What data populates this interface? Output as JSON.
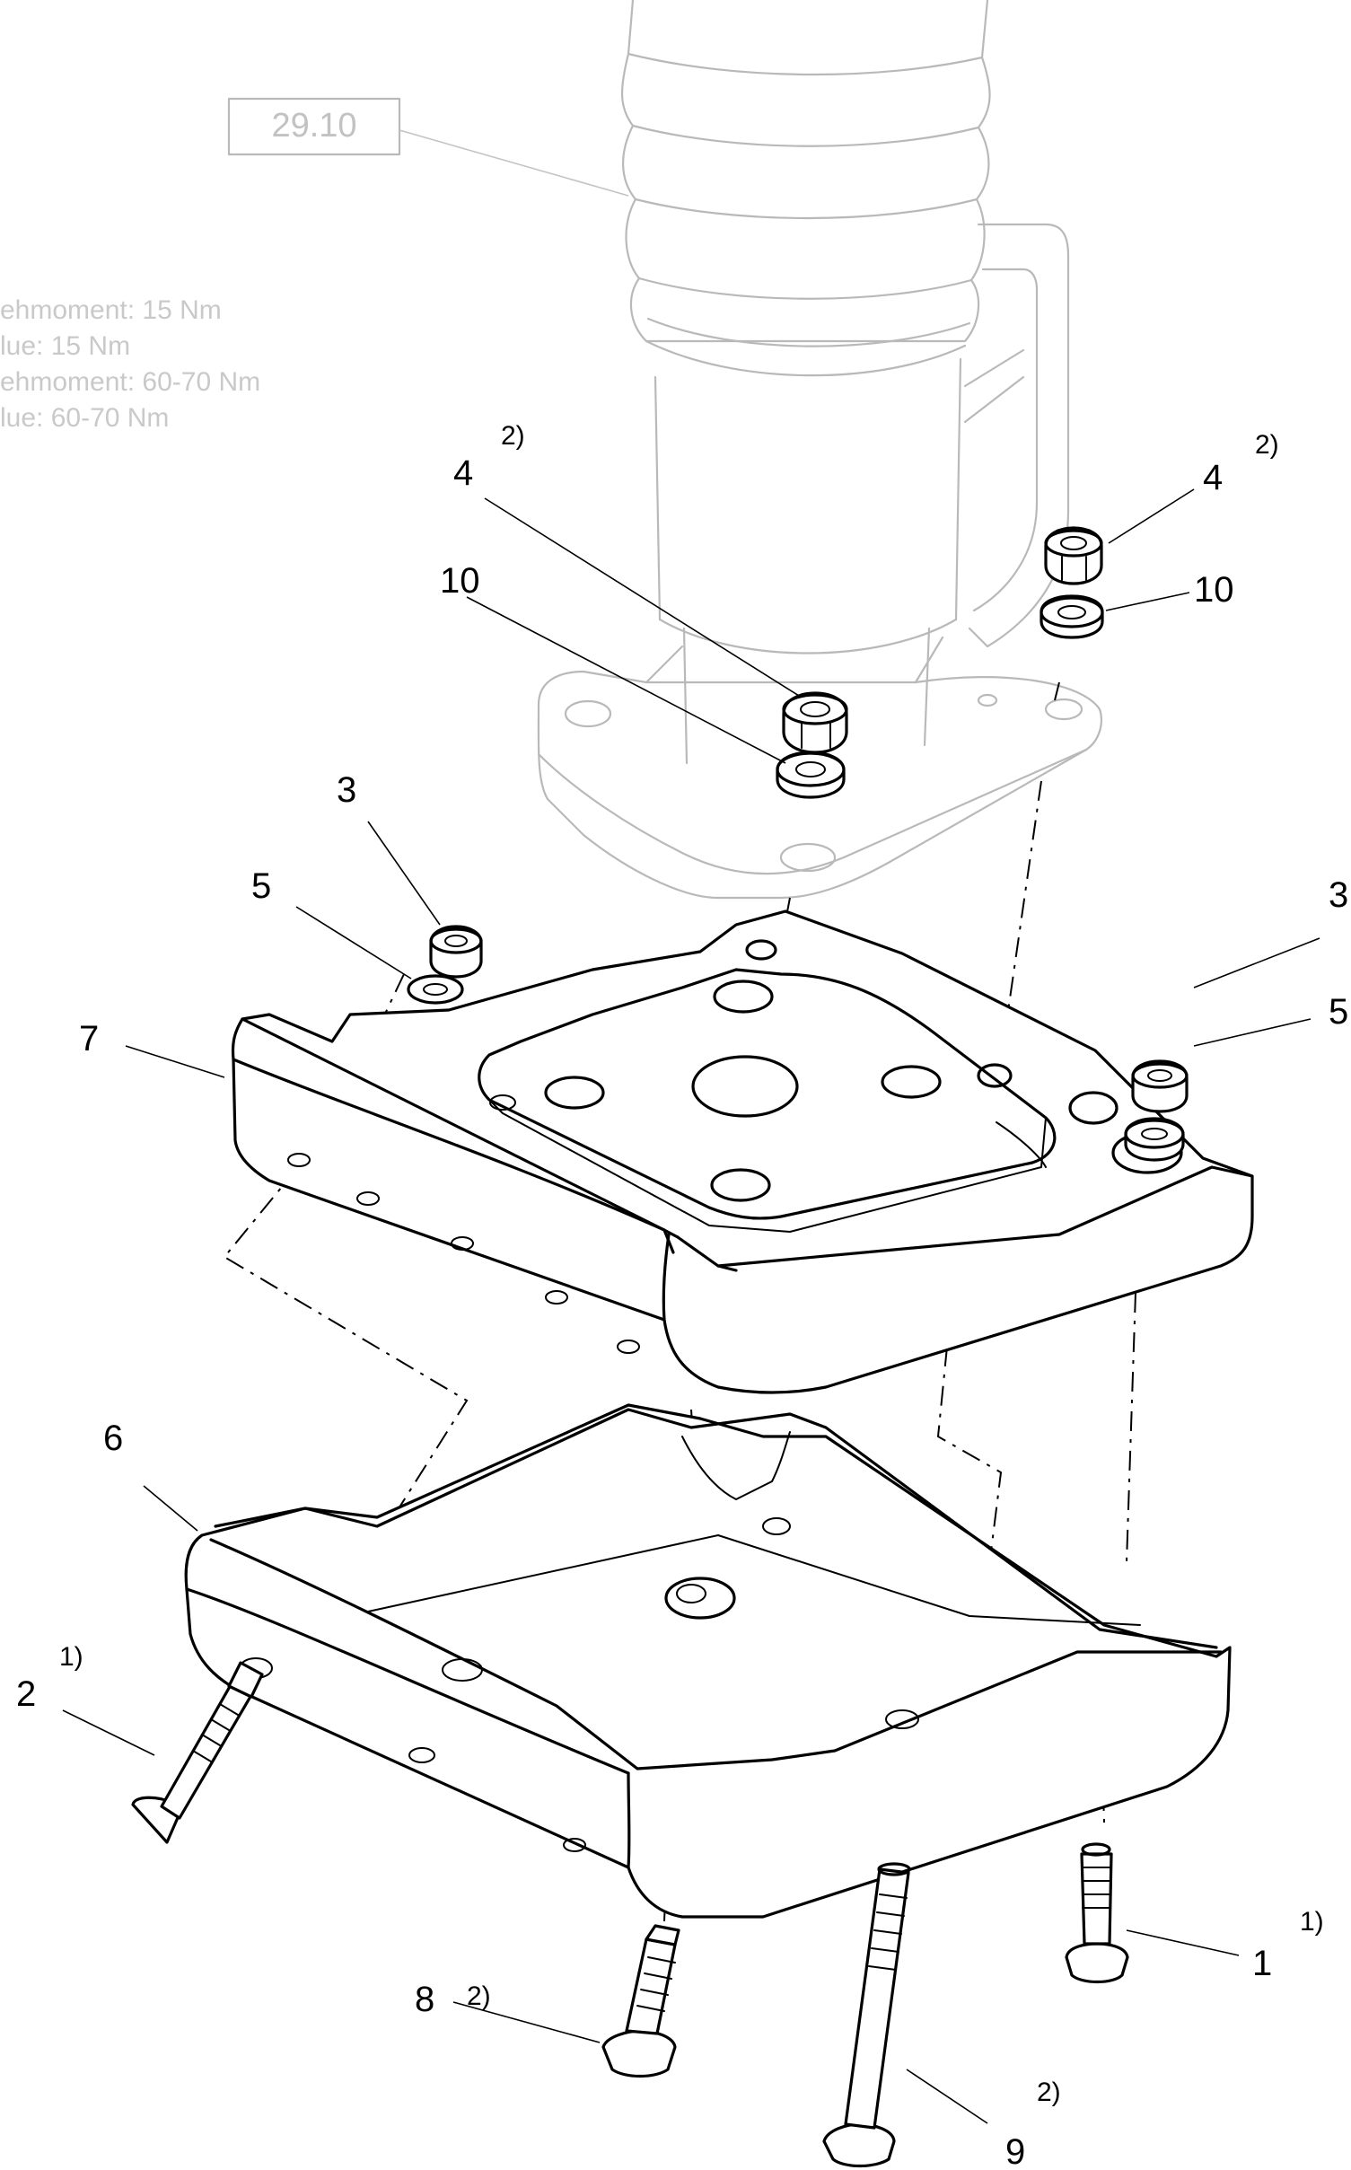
{
  "reference_box": {
    "text": "29.10"
  },
  "torque_notes": [
    "ehmoment: 15  Nm",
    "lue: 15 Nm",
    "ehmoment: 60-70  Nm",
    "lue: 60-70 Nm"
  ],
  "callouts": {
    "c1": {
      "number": "1",
      "note": "1)"
    },
    "c2": {
      "number": "2",
      "note": "1)"
    },
    "c3a": {
      "number": "3"
    },
    "c3b": {
      "number": "3"
    },
    "c4a": {
      "number": "4",
      "note": "2)"
    },
    "c4b": {
      "number": "4",
      "note": "2)"
    },
    "c5a": {
      "number": "5"
    },
    "c5b": {
      "number": "5"
    },
    "c6": {
      "number": "6"
    },
    "c7": {
      "number": "7"
    },
    "c8": {
      "number": "8",
      "note": "2)"
    },
    "c9": {
      "number": "9",
      "note": "2)"
    },
    "c10a": {
      "number": "10"
    },
    "c10b": {
      "number": "10"
    }
  },
  "parts": {
    "p1": "screw",
    "p2": "screw",
    "p3": "lock-nut",
    "p4": "lock-nut",
    "p5": "washer",
    "p6": "base-plate",
    "p7": "top-plate",
    "p8": "screw",
    "p9": "screw",
    "p10": "washer"
  }
}
